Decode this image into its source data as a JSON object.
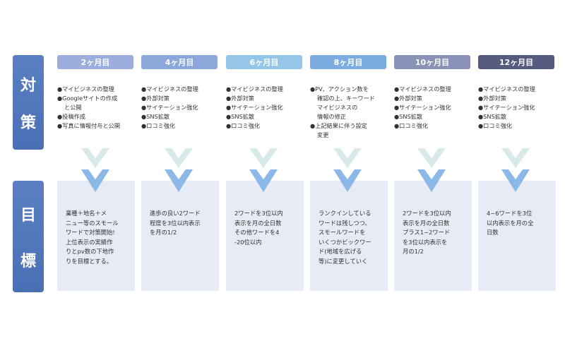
{
  "labels": {
    "top": [
      "対",
      "策"
    ],
    "bottom": [
      "目",
      "標"
    ]
  },
  "colors": {
    "label_bg": "#4a6fb4",
    "goal_bg": "#e6ebf6",
    "chevron_top": "#d7e9e9",
    "chevron_bottom": "#8bb8e6"
  },
  "columns": [
    {
      "header": "2ヶ月目",
      "header_color": "#9caedd",
      "measures": [
        "●マイビジネスの整理",
        "●Googleサイトの作成",
        "と公開",
        "●投稿作成",
        "●写真に情報付与と公開"
      ],
      "goal": [
        "業種＋地名＋メ",
        "ニュー等のスモール",
        "ワードで対策開始!",
        "上位表示の実績作",
        "りとpv数の下地作",
        "りを目標とする。"
      ]
    },
    {
      "header": "4ヶ月目",
      "header_color": "#8ca7d9",
      "measures": [
        "●マイビジネスの整理",
        "●外部対策",
        "●サイテーション強化",
        "●SNS拡散",
        "●口コミ強化"
      ],
      "goal": [
        "進歩の良い2ワード",
        "程度を3位以内表示",
        "を月の1/2"
      ]
    },
    {
      "header": "6ヶ月目",
      "header_color": "#95c6e8",
      "measures": [
        "●マイビジネスの整理",
        "●外部対策",
        "●サイテーション強化",
        "●SNS拡散",
        "●口コミ強化"
      ],
      "goal": [
        "2ワードを3位以内",
        "表示を月の全日数",
        "その他ワードを4",
        "-20位以内"
      ]
    },
    {
      "header": "8ヶ月目",
      "header_color": "#7dace0",
      "measures": [
        "●PV、アクション数を",
        "確認の上、キーワード",
        "マイビジネスの",
        "情報の修正",
        "●上記結果に伴う設定",
        "変更"
      ],
      "goal": [
        "ランクインしている",
        "ワードは残しつつ、",
        "スモールワードを",
        "いくつかビックワー",
        "ド(地域を広げる",
        "等)に変更していく"
      ]
    },
    {
      "header": "10ヶ月目",
      "header_color": "#8a93b7",
      "measures": [
        "●マイビジネスの整理",
        "●外部対策",
        "●サイテーション強化",
        "●SNS拡散",
        "●口コミ強化"
      ],
      "goal": [
        "2ワードを3位以内",
        "表示を月の全日数",
        "プラス1~2ワード",
        "を3位以内表示を",
        "月の1/2"
      ]
    },
    {
      "header": "12ヶ月目",
      "header_color": "#565c80",
      "measures": [
        "●マイビジネスの整理",
        "●外部対策",
        "●サイテーション強化",
        "●SNS拡散",
        "●口コミ強化"
      ],
      "goal": [
        "4~6ワードを3位",
        "以内表示を月の全",
        "日数"
      ]
    }
  ]
}
